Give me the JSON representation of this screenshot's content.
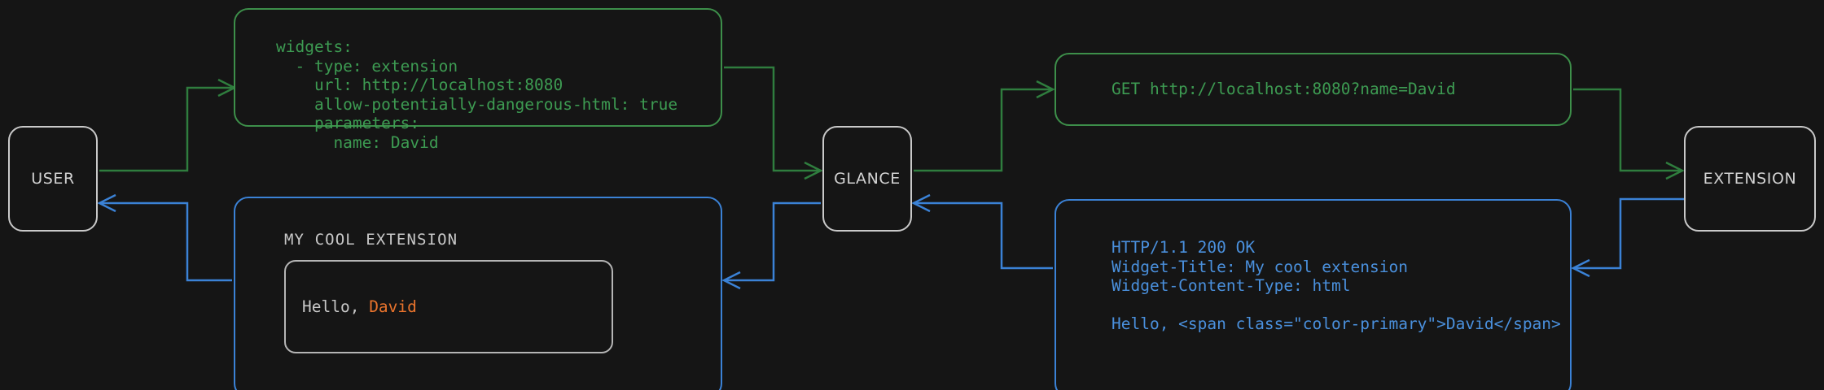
{
  "theme": {
    "background": "#151515",
    "request_color": "#3d9b52",
    "response_color": "#4a90dd",
    "actor_border": "#c9c9c9",
    "accent_color": "#e8732c",
    "widget_text_color": "#c8c8c8"
  },
  "actors": {
    "user": "USER",
    "glance": "GLANCE",
    "extension": "EXTENSION"
  },
  "panels": {
    "config": {
      "code": "widgets:\n  - type: extension\n    url: http://localhost:8080\n    allow-potentially-dangerous-html: true\n    parameters:\n      name: David"
    },
    "request": {
      "code": "GET http://localhost:8080?name=David"
    },
    "response": {
      "code": "HTTP/1.1 200 OK\nWidget-Title: My cool extension\nWidget-Content-Type: html\n\nHello, <span class=\"color-primary\">David</span>"
    },
    "widget": {
      "title": "MY COOL EXTENSION",
      "greeting": "Hello, ",
      "name": "David"
    }
  }
}
